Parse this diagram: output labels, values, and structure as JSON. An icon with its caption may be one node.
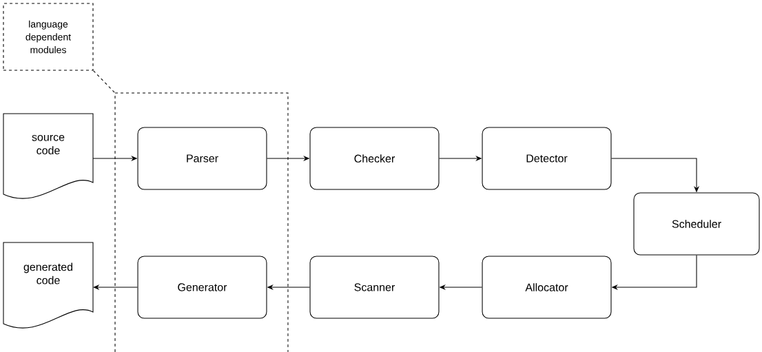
{
  "diagram": {
    "nodes": [
      {
        "text": [
          "language dependent modules"
        ]
      },
      {
        "text": [
          "source code"
        ]
      },
      {
        "text": [],
        "shape": "box"
      },
      {
        "text": [
          "Parser"
        ],
        "in": 2
      },
      {
        "text": [
          "Checker"
        ]
      },
      {
        "text": [
          "Detector"
        ]
      },
      {
        "text": [
          "Scheduler"
        ]
      },
      {
        "text": [
          "Allocator"
        ]
      },
      {
        "text": [
          "Scanner"
        ]
      },
      {
        "text": [
          "Generator"
        ],
        "in": 2
      },
      {
        "text": [
          "generated code"
        ]
      }
    ],
    "edges": [
      {
        "from": 1,
        "to": 3,
        "arrow": "to"
      },
      {
        "from": 3,
        "to": 4,
        "arrow": "to"
      },
      {
        "from": 4,
        "to": 5,
        "arrow": "to"
      },
      {
        "from": 5,
        "to": 6,
        "arrow": "to"
      },
      {
        "from": 6,
        "to": 7,
        "arrow": "to"
      },
      {
        "from": 7,
        "to": 8,
        "arrow": "to"
      },
      {
        "from": 8,
        "to": 9,
        "arrow": "to"
      },
      {
        "from": 9,
        "to": 10,
        "arrow": "to"
      },
      {
        "from": 0,
        "to": 2,
        "arrow": "none",
        "style": "dashed"
      }
    ]
  }
}
